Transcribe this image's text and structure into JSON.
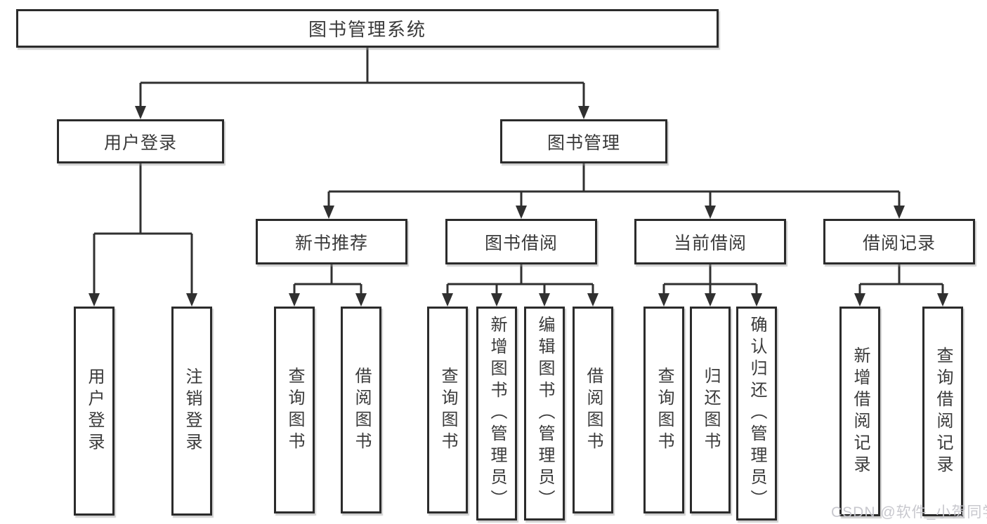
{
  "diagram": {
    "root": "图书管理系统",
    "user_branch": {
      "label": "用户登录",
      "children": [
        "用户登录",
        "注销登录"
      ]
    },
    "book_branch": {
      "label": "图书管理",
      "sections": [
        {
          "label": "新书推荐",
          "children": [
            "查询图书",
            "借阅图书"
          ]
        },
        {
          "label": "图书借阅",
          "children": [
            "查询图书",
            "新增图书（管理员）",
            "编辑图书（管理员）",
            "借阅图书"
          ]
        },
        {
          "label": "当前借阅",
          "children": [
            "查询图书",
            "归还图书",
            "确认归还（管理员）"
          ]
        },
        {
          "label": "借阅记录",
          "children": [
            "新增借阅记录",
            "查询借阅记录"
          ]
        }
      ]
    },
    "watermark": "CSDN @软件_小贺同学"
  }
}
